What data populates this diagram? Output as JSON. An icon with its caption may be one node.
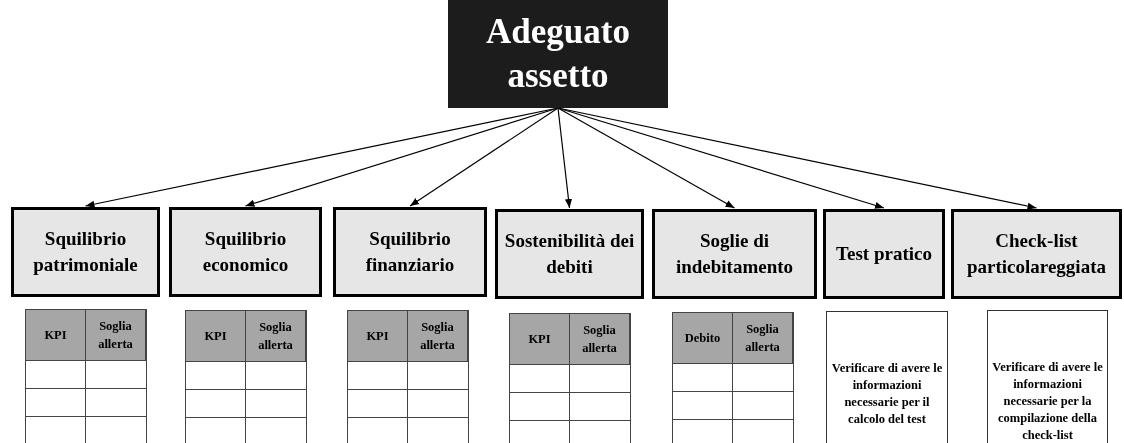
{
  "diagram": {
    "nodes": [
      {
        "text": [
          "Adeguato assetto"
        ]
      },
      {
        "text": [
          "Squilibrio patrimoniale"
        ]
      },
      {
        "text": [
          "Squilibrio economico"
        ]
      },
      {
        "text": [
          "Squilibrio finanziario"
        ]
      },
      {
        "text": [
          "Sostenibilità dei debiti"
        ]
      },
      {
        "text": [
          "Soglie di indebitamento"
        ]
      },
      {
        "text": [
          "Test pratico"
        ]
      },
      {
        "text": [
          "Check-list particolareggiata"
        ]
      },
      {
        "text": [
          "Verificare di avere le informazioni necessarie per il calcolo del test"
        ]
      },
      {
        "text": [
          "Verificare di avere le informazioni necessarie per la compilazione della check-list"
        ]
      }
    ],
    "edges": [
      {
        "from": 0,
        "to": 1,
        "arrow": "to"
      },
      {
        "from": 0,
        "to": 2,
        "arrow": "to"
      },
      {
        "from": 0,
        "to": 3,
        "arrow": "to"
      },
      {
        "from": 0,
        "to": 4,
        "arrow": "to"
      },
      {
        "from": 0,
        "to": 5,
        "arrow": "to"
      },
      {
        "from": 0,
        "to": 6,
        "arrow": "to"
      },
      {
        "from": 0,
        "to": 7,
        "arrow": "to"
      }
    ],
    "labels": [
      "KPI",
      "Soglia allerta",
      "KPI",
      "Soglia allerta",
      "KPI",
      "Soglia allerta",
      "KPI",
      "Soglia allerta",
      "Debito",
      "Soglia allerta"
    ]
  }
}
